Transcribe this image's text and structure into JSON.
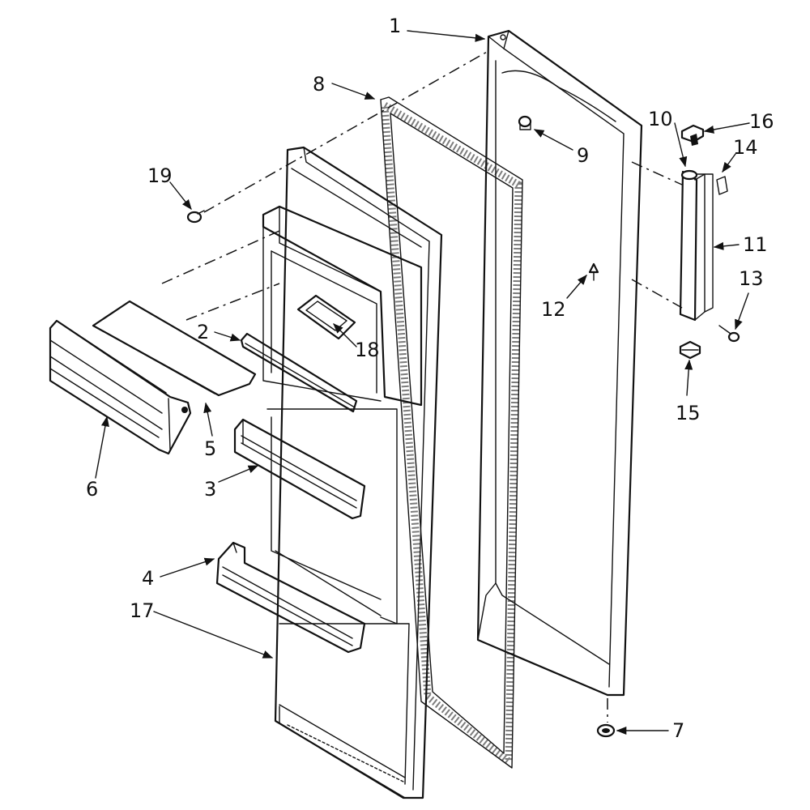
{
  "labels": {
    "part_1": "1",
    "part_2": "2",
    "part_3": "3",
    "part_4": "4",
    "part_5": "5",
    "part_6": "6",
    "part_7": "7",
    "part_8": "8",
    "part_9": "9",
    "part_10": "10",
    "part_11": "11",
    "part_12": "12",
    "part_13": "13",
    "part_14": "14",
    "part_15": "15",
    "part_16": "16",
    "part_17": "17",
    "part_18": "18",
    "part_19": "19"
  },
  "colors": {
    "ink": "#111111",
    "paper": "#ffffff"
  }
}
